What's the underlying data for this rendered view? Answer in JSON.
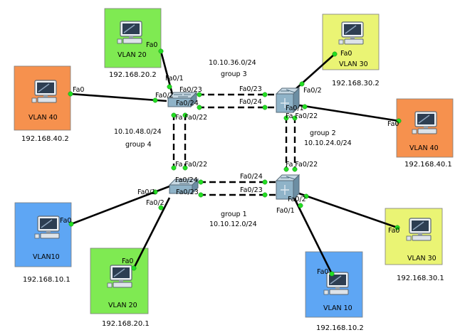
{
  "colors": {
    "vlan10": "#5ea6f4",
    "vlan20": "#7fea52",
    "vlan30": "#eaf474",
    "vlan40": "#f6914e",
    "link": "#000000",
    "port_dot": "#22dd22",
    "switch": "#8fb3c8"
  },
  "switches": [
    {
      "id": "sw-top-left",
      "icon": "switch-icon"
    },
    {
      "id": "sw-top-right",
      "icon": "multilayer-switch-icon"
    },
    {
      "id": "sw-bottom-left",
      "icon": "switch-icon"
    },
    {
      "id": "sw-bottom-right",
      "icon": "multilayer-switch-icon"
    }
  ],
  "pcs": {
    "pc_vlan20_top": {
      "name": "VLAN 20",
      "port": "Fa0",
      "ip": "192.168.20.2"
    },
    "pc_vlan40_left": {
      "name": "VLAN 40",
      "port": "Fa0",
      "ip": "192.168.40.2"
    },
    "pc_vlan30_top": {
      "name": "VLAN 30",
      "port": "Fa0",
      "ip": "192.168.30.2"
    },
    "pc_vlan40_right": {
      "name": "VLAN 40",
      "port": "Fa0",
      "ip": "192.168.40.1"
    },
    "pc_vlan10_left": {
      "name": "VLAN10",
      "port": "Fa0",
      "ip": "192.168.10.1"
    },
    "pc_vlan20_bottom": {
      "name": "VLAN 20",
      "port": "Fa0",
      "ip": "192.168.20.1"
    },
    "pc_vlan10_bottom": {
      "name": "VLAN 10",
      "port": "Fa0",
      "ip": "192.168.10.2"
    },
    "pc_vlan30_right": {
      "name": "VLAN 30",
      "port": "Fa0",
      "ip": "192.168.30.1"
    }
  },
  "groups": {
    "group3": {
      "subnet": "10.10.36.0/24",
      "name": "group 3"
    },
    "group4": {
      "subnet": "10.10.48.0/24",
      "name": "group 4"
    },
    "group2": {
      "subnet": "10.10.24.0/24",
      "name": "group 2"
    },
    "group1": {
      "subnet": "10.10.12.0/24",
      "name": "group 1"
    }
  },
  "ports": {
    "tl_fa01": "Fa0/1",
    "tl_fa02": "Fa0/2",
    "tl_fa023": "Fa0/23",
    "tl_fa024": "Fa0/24",
    "tl_fa022": "Fa Fa0/22",
    "tr_fa023": "Fa0/23",
    "tr_fa024": "Fa0/24",
    "tr_fa02": "Fa0/2",
    "tr_fa01": "Fa0/1",
    "tr_fa022": "Fa Fa0/22",
    "bl_fa022": "Fa Fa0/22",
    "bl_fa024": "Fa0/24",
    "bl_fa023": "Fa0/23",
    "bl_fa01": "Fa0/1",
    "bl_fa02": "Fa0/2",
    "br_fa024": "Fa0/24",
    "br_fa023": "Fa0/23",
    "br_fa022": "Fa Fa0/22",
    "br_fa01": "Fa0/1",
    "br_fa02": "Fa0/2",
    "mid_top_fa023": "Fa0/23",
    "mid_top_fa024": "Fa0/24",
    "mid_bot_fa024": "Fa0/24",
    "mid_bot_fa023": "Fa0/23"
  }
}
